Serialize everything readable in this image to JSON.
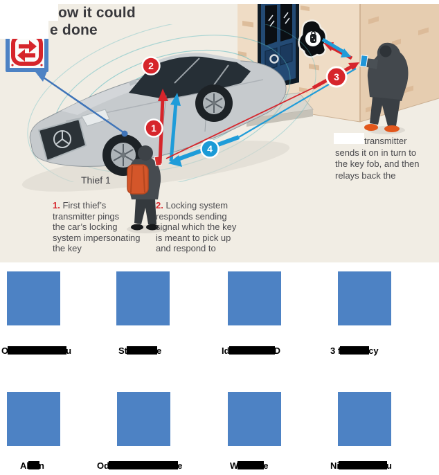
{
  "title": {
    "line1": "ow it could",
    "line2": "e done"
  },
  "diagram": {
    "thief1_label": "Thief 1",
    "badges": {
      "step1": "1",
      "step2": "2",
      "step3": "3",
      "step4": "4"
    },
    "icons": {
      "relay_transmitter": "relay-transmitter-icon",
      "key_fob": "key-fob-icon",
      "leader_dot": "leader-dot-icon"
    },
    "captions": {
      "step1": {
        "num": "1.",
        "lines": [
          "First thief’s",
          "transmitter pings",
          "the car’s locking",
          "system impersonating",
          "the key"
        ]
      },
      "step2": {
        "num": "2.",
        "lines": [
          "Locking system",
          "responds sending",
          "signal which the key",
          "is meant to pick up",
          "and respond to"
        ]
      },
      "step3": {
        "lines": [
          "transmitter",
          "sends it on in turn to",
          "the key fob, and then",
          "relays back the"
        ]
      }
    }
  },
  "thumbnails": [
    {
      "prefix": "O",
      "suffix": "u"
    },
    {
      "prefix": "St",
      "suffix": "e"
    },
    {
      "prefix": "Id",
      "suffix": "D"
    },
    {
      "prefix": "3 f",
      "suffix": "cy"
    },
    {
      "prefix": "Al",
      "suffix": "n"
    },
    {
      "prefix": "Od",
      "suffix": "e"
    },
    {
      "prefix": "W",
      "suffix": "e"
    },
    {
      "prefix": "Ni",
      "suffix": "u"
    }
  ],
  "colors": {
    "accent_red": "#d6252b",
    "accent_blue": "#1f9cd9",
    "thumbnail_blue": "#4d82c4",
    "signal_teal": "#55b8bf",
    "background_cream": "#f1ede4"
  }
}
